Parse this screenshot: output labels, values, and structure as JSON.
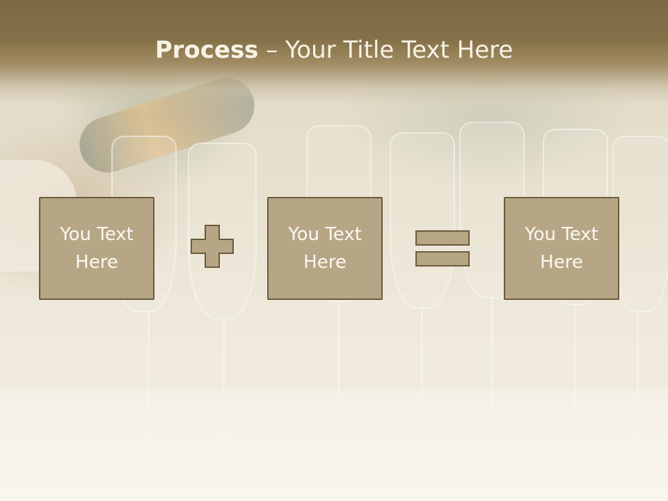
{
  "title": {
    "bold_part": "Process",
    "rest": " – Your Title Text Here"
  },
  "boxes": [
    {
      "label": "You Text Here"
    },
    {
      "label": "You Text Here"
    },
    {
      "label": "You Text Here"
    }
  ],
  "operators": [
    "plus-icon",
    "equals-icon"
  ],
  "colors": {
    "title_band": "#857148",
    "box_fill": "#b7a686",
    "box_border": "#6a5a3c",
    "text_light": "#fbf8f0"
  }
}
